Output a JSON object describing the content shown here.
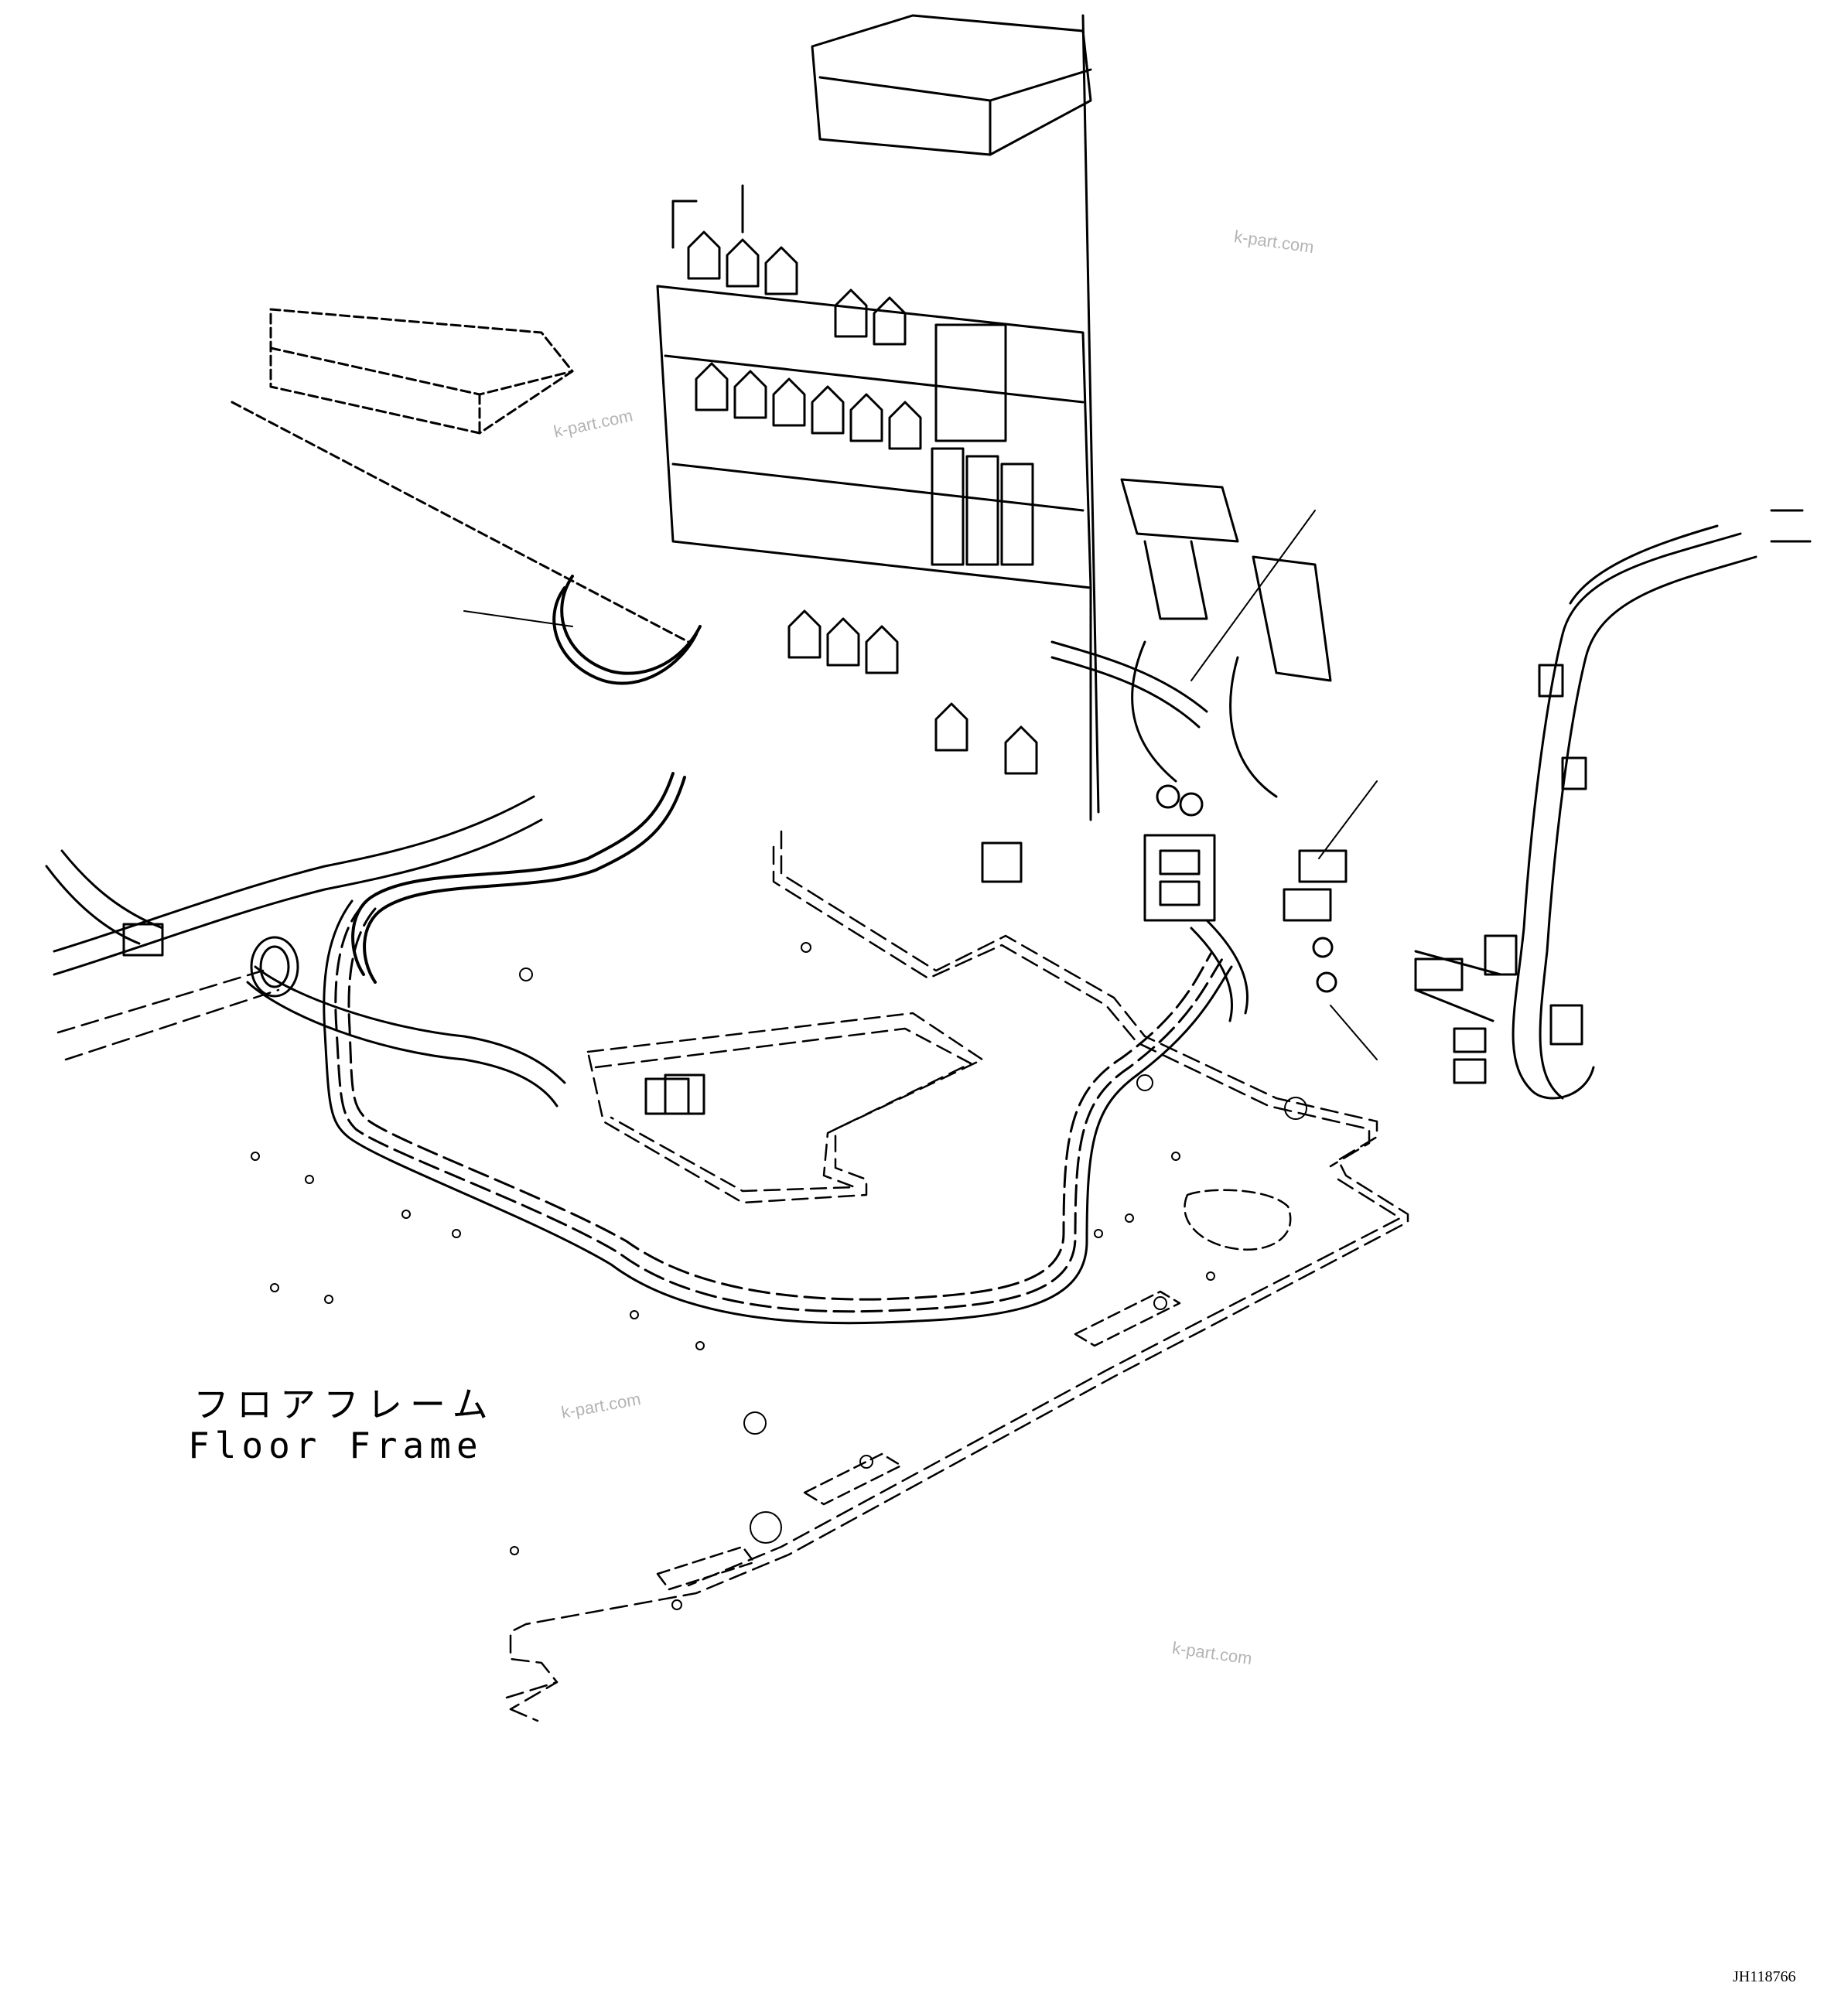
{
  "labels": {
    "floor_frame_jp": "フロアフレーム",
    "floor_frame_en": "Floor Frame"
  },
  "watermarks": [
    "k-part.com",
    "k-part.com",
    "k-part.com",
    "k-part.com"
  ],
  "drawing_code": "JH118766"
}
